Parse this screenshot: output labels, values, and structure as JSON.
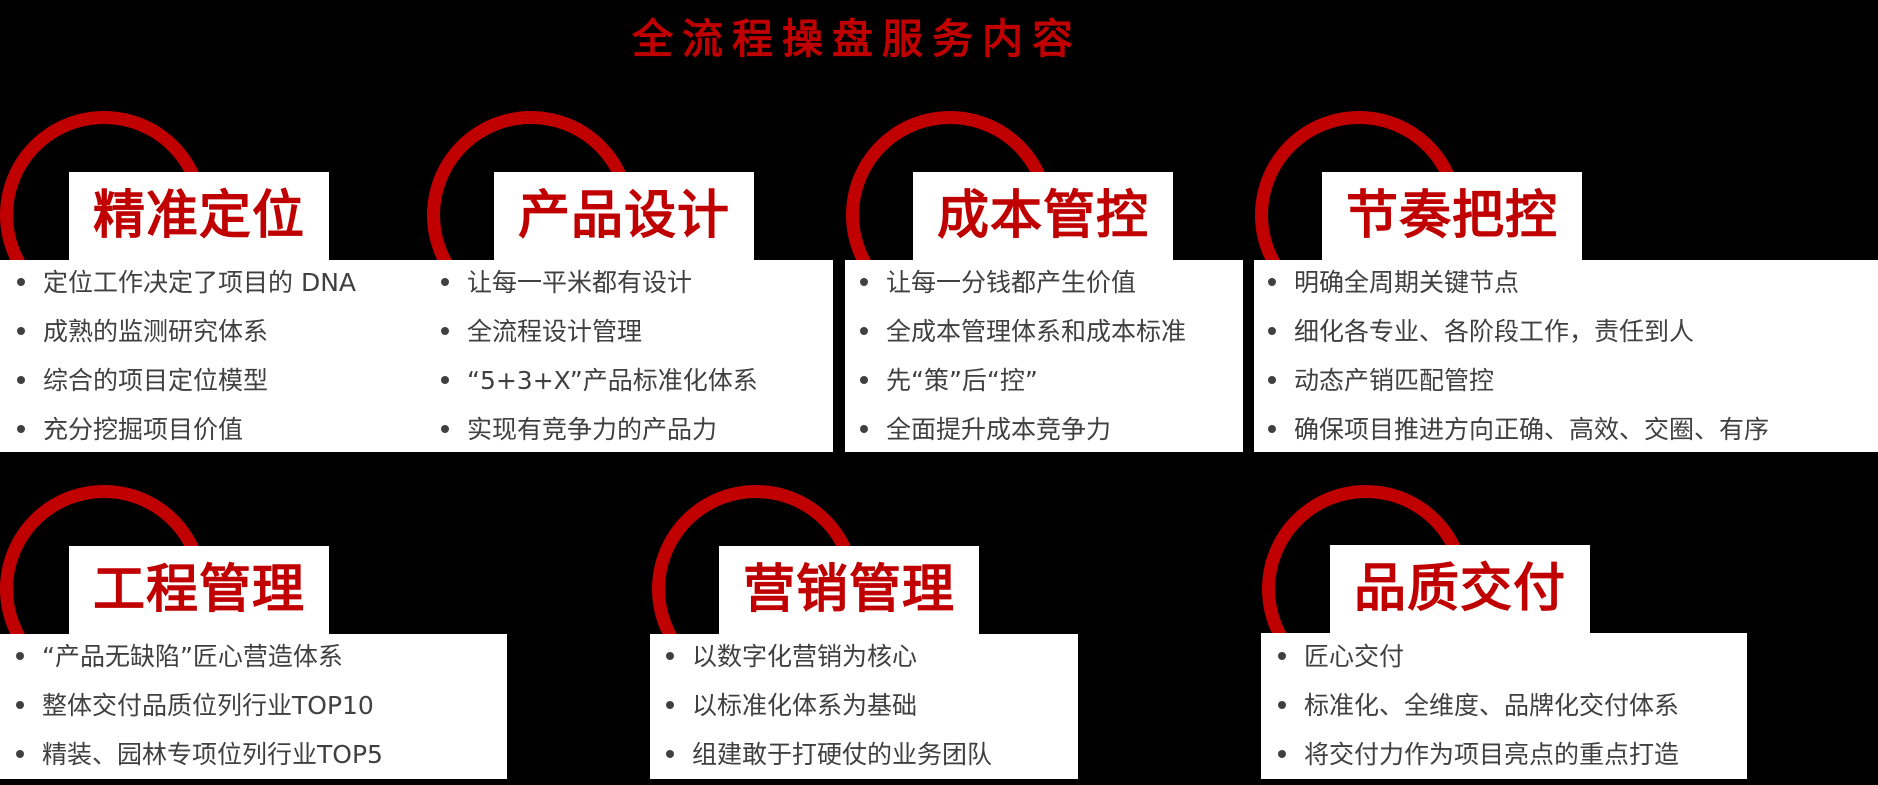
{
  "page": {
    "title": "全流程操盘服务内容",
    "accent_color": "#C00000",
    "background_color": "#000000",
    "text_color": "#404040"
  },
  "cards": [
    {
      "title": "精准定位",
      "items": [
        "定位工作决定了项目的  DNA",
        "成熟的监测研究体系",
        "综合的项目定位模型",
        "充分挖掘项目价值"
      ]
    },
    {
      "title": "产品设计",
      "items": [
        "让每一平米都有设计",
        "全流程设计管理",
        "“5+3+X”产品标准化体系",
        "实现有竞争力的产品力"
      ]
    },
    {
      "title": "成本管控",
      "items": [
        "让每一分钱都产生价值",
        "全成本管理体系和成本标准",
        "先“策”后“控”",
        "全面提升成本竞争力"
      ]
    },
    {
      "title": "节奏把控",
      "items": [
        "明确全周期关键节点",
        "细化各专业、各阶段工作，责任到人",
        "动态产销匹配管控",
        "确保项目推进方向正确、高效、交圈、有序"
      ]
    },
    {
      "title": "工程管理",
      "items": [
        "“产品无缺陷”匠心营造体系",
        "整体交付品质位列行业TOP10",
        "精装、园林专项位列行业TOP5"
      ]
    },
    {
      "title": "营销管理",
      "items": [
        "以数字化营销为核心",
        "以标准化体系为基础",
        "组建敢于打硬仗的业务团队"
      ]
    },
    {
      "title": "品质交付",
      "items": [
        "匠心交付",
        "标准化、全维度、品牌化交付体系",
        "将交付力作为项目亮点的重点打造"
      ]
    }
  ]
}
